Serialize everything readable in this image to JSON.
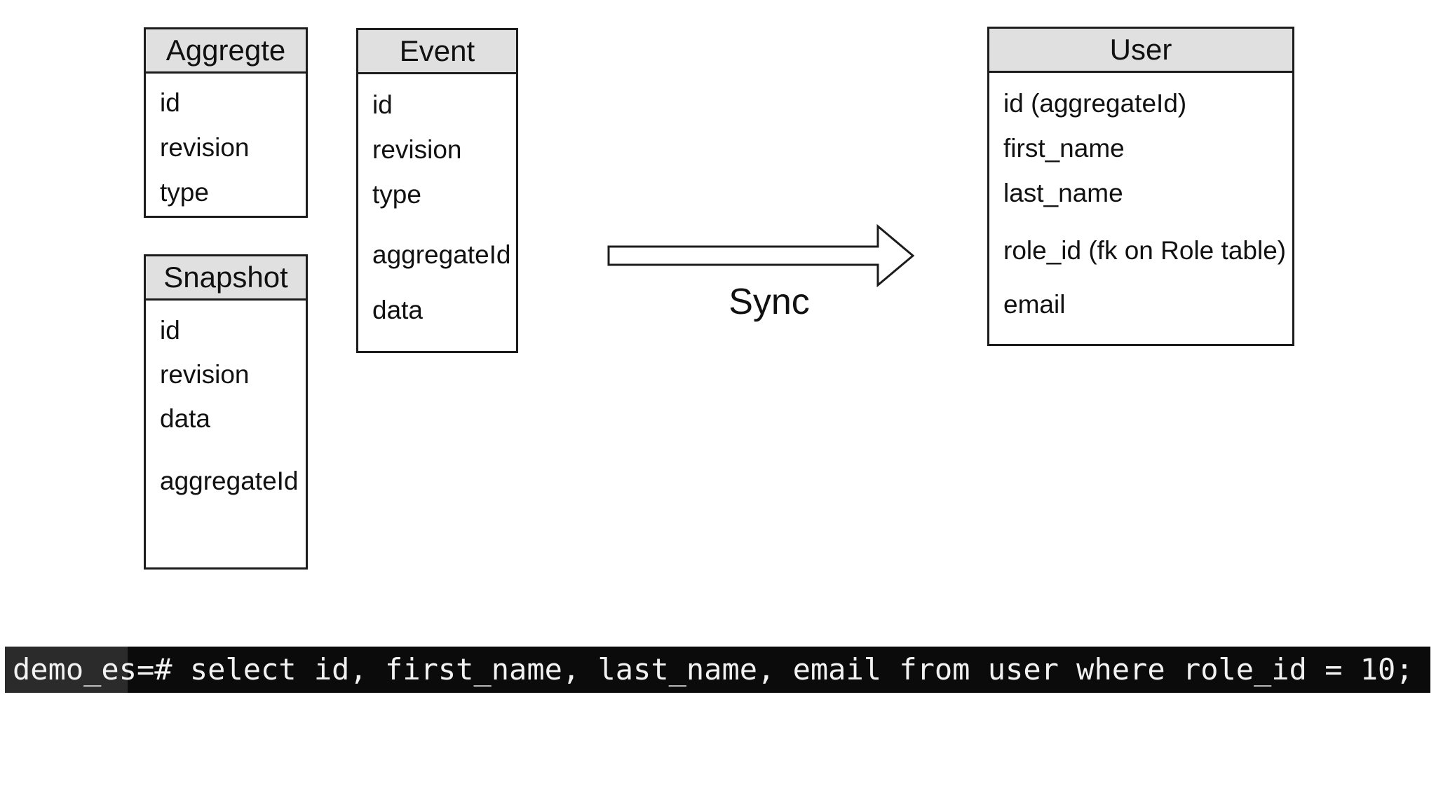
{
  "diagram": {
    "tables": [
      {
        "id": "aggregate",
        "title": "Aggregte",
        "fields": [
          "id",
          "revision",
          "type"
        ]
      },
      {
        "id": "event",
        "title": "Event",
        "fields": [
          "id",
          "revision",
          "type",
          "aggregateId",
          "data"
        ]
      },
      {
        "id": "snapshot",
        "title": "Snapshot",
        "fields": [
          "id",
          "revision",
          "data",
          "aggregateId"
        ]
      },
      {
        "id": "user",
        "title": "User",
        "fields": [
          "id (aggregateId)",
          "first_name",
          "last_name",
          "role_id (fk on Role table)",
          "email"
        ]
      }
    ],
    "arrow": {
      "label": "Sync"
    },
    "colors": {
      "header_fill": "#e0e0e0",
      "border": "#1c1c1c",
      "text": "#111111"
    }
  },
  "terminal": {
    "prompt_user": "demo_es",
    "prompt_suffix": "=#",
    "command": " select id, first_name, last_name, email from user where role_id = 10;",
    "colors": {
      "background": "#0b0b0b",
      "prompt_highlight": "#2b2b2b",
      "text": "#f2f2f2"
    }
  }
}
